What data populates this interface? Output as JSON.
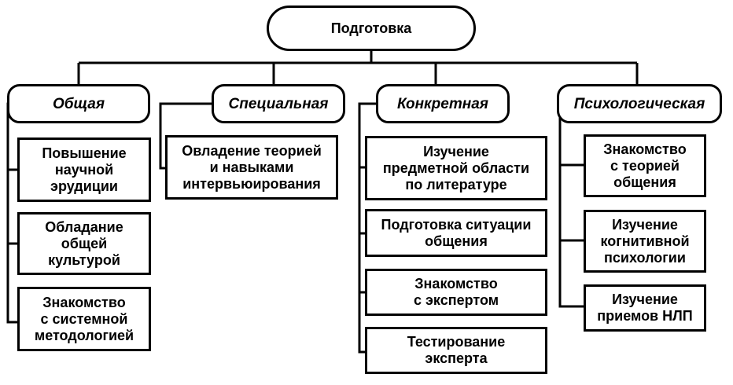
{
  "root": {
    "label": "Подготовка"
  },
  "categories": [
    {
      "label": "Общая",
      "items": [
        "Повышение\nнаучной\nэрудиции",
        "Обладание\nобщей\nкультурой",
        "Знакомство\nс системной\nметодологией"
      ]
    },
    {
      "label": "Специальная",
      "items": [
        "Овладение теорией\nи навыками\nинтервьюирования"
      ]
    },
    {
      "label": "Конкретная",
      "items": [
        "Изучение\nпредметной области\nпо литературе",
        "Подготовка ситуации\nобщения",
        "Знакомство\nс экспертом",
        "Тестирование\nэксперта"
      ]
    },
    {
      "label": "Психологическая",
      "items": [
        "Знакомство\nс теорией\nобщения",
        "Изучение\nкогнитивной\nпсихологии",
        "Изучение\nприемов НЛП"
      ]
    }
  ],
  "colors": {
    "stroke": "#000000",
    "fill": "#ffffff"
  }
}
